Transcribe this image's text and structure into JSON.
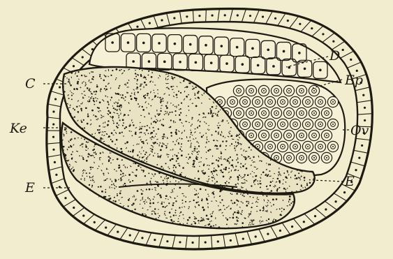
{
  "figure": {
    "background": "#f3edd0",
    "ink": "#1d1a12",
    "labels": {
      "D": "D",
      "C": "C",
      "Ep": "Ep",
      "Ke": "Ke",
      "Ov": "Ov",
      "E_left": "E",
      "E_right": "E"
    }
  }
}
